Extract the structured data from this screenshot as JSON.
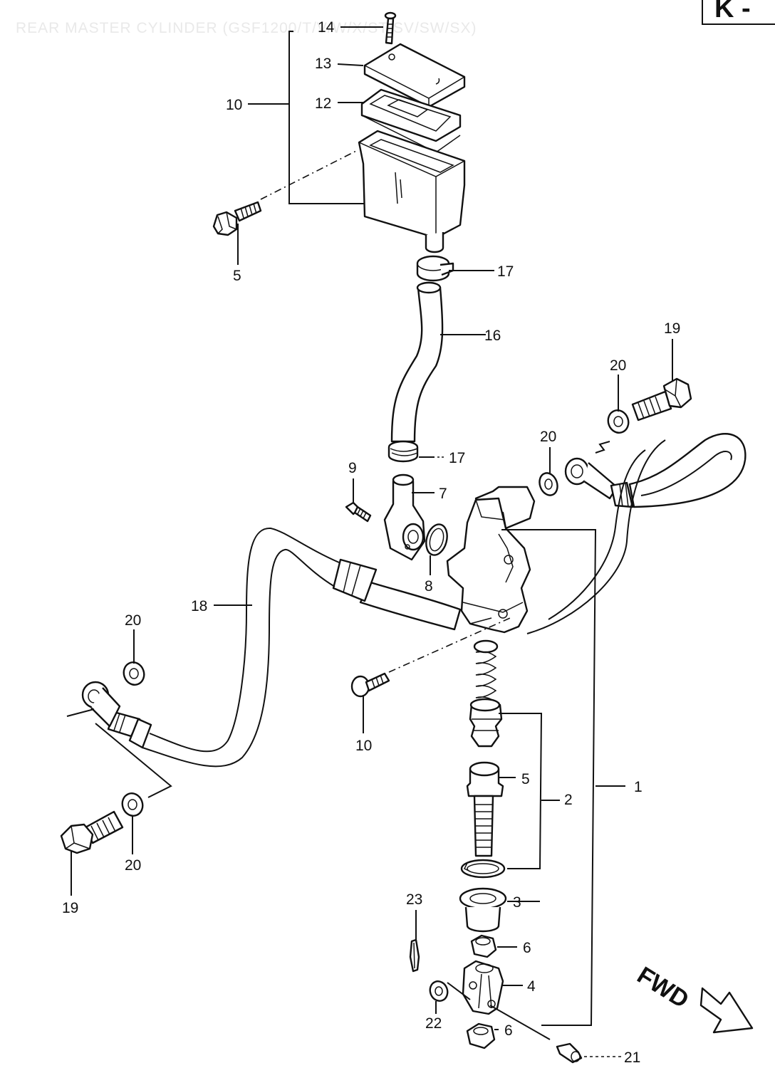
{
  "title": "REAR MASTER CYLINDER (GSF1200/T/V/W/X/ST/SV/SW/SX)",
  "ref_code": "K -",
  "direction_label": "FWD",
  "callouts": {
    "c14": "14",
    "c13": "13",
    "c12": "12",
    "c10_top": "10",
    "c5_bolt": "5",
    "c17_top": "17",
    "c16": "16",
    "c19_top": "19",
    "c20_top": "20",
    "c20_mid": "20",
    "c17_mid": "17",
    "c9": "9",
    "c7": "7",
    "c8": "8",
    "c18": "18",
    "c20_left": "20",
    "c10_screw": "10",
    "c5_rod": "5",
    "c2": "2",
    "c1": "1",
    "c20_bottom": "20",
    "c19_bottom": "19",
    "c23": "23",
    "c3": "3",
    "c6_upper": "6",
    "c4": "4",
    "c22": "22",
    "c6_lower": "6",
    "c21": "21"
  }
}
